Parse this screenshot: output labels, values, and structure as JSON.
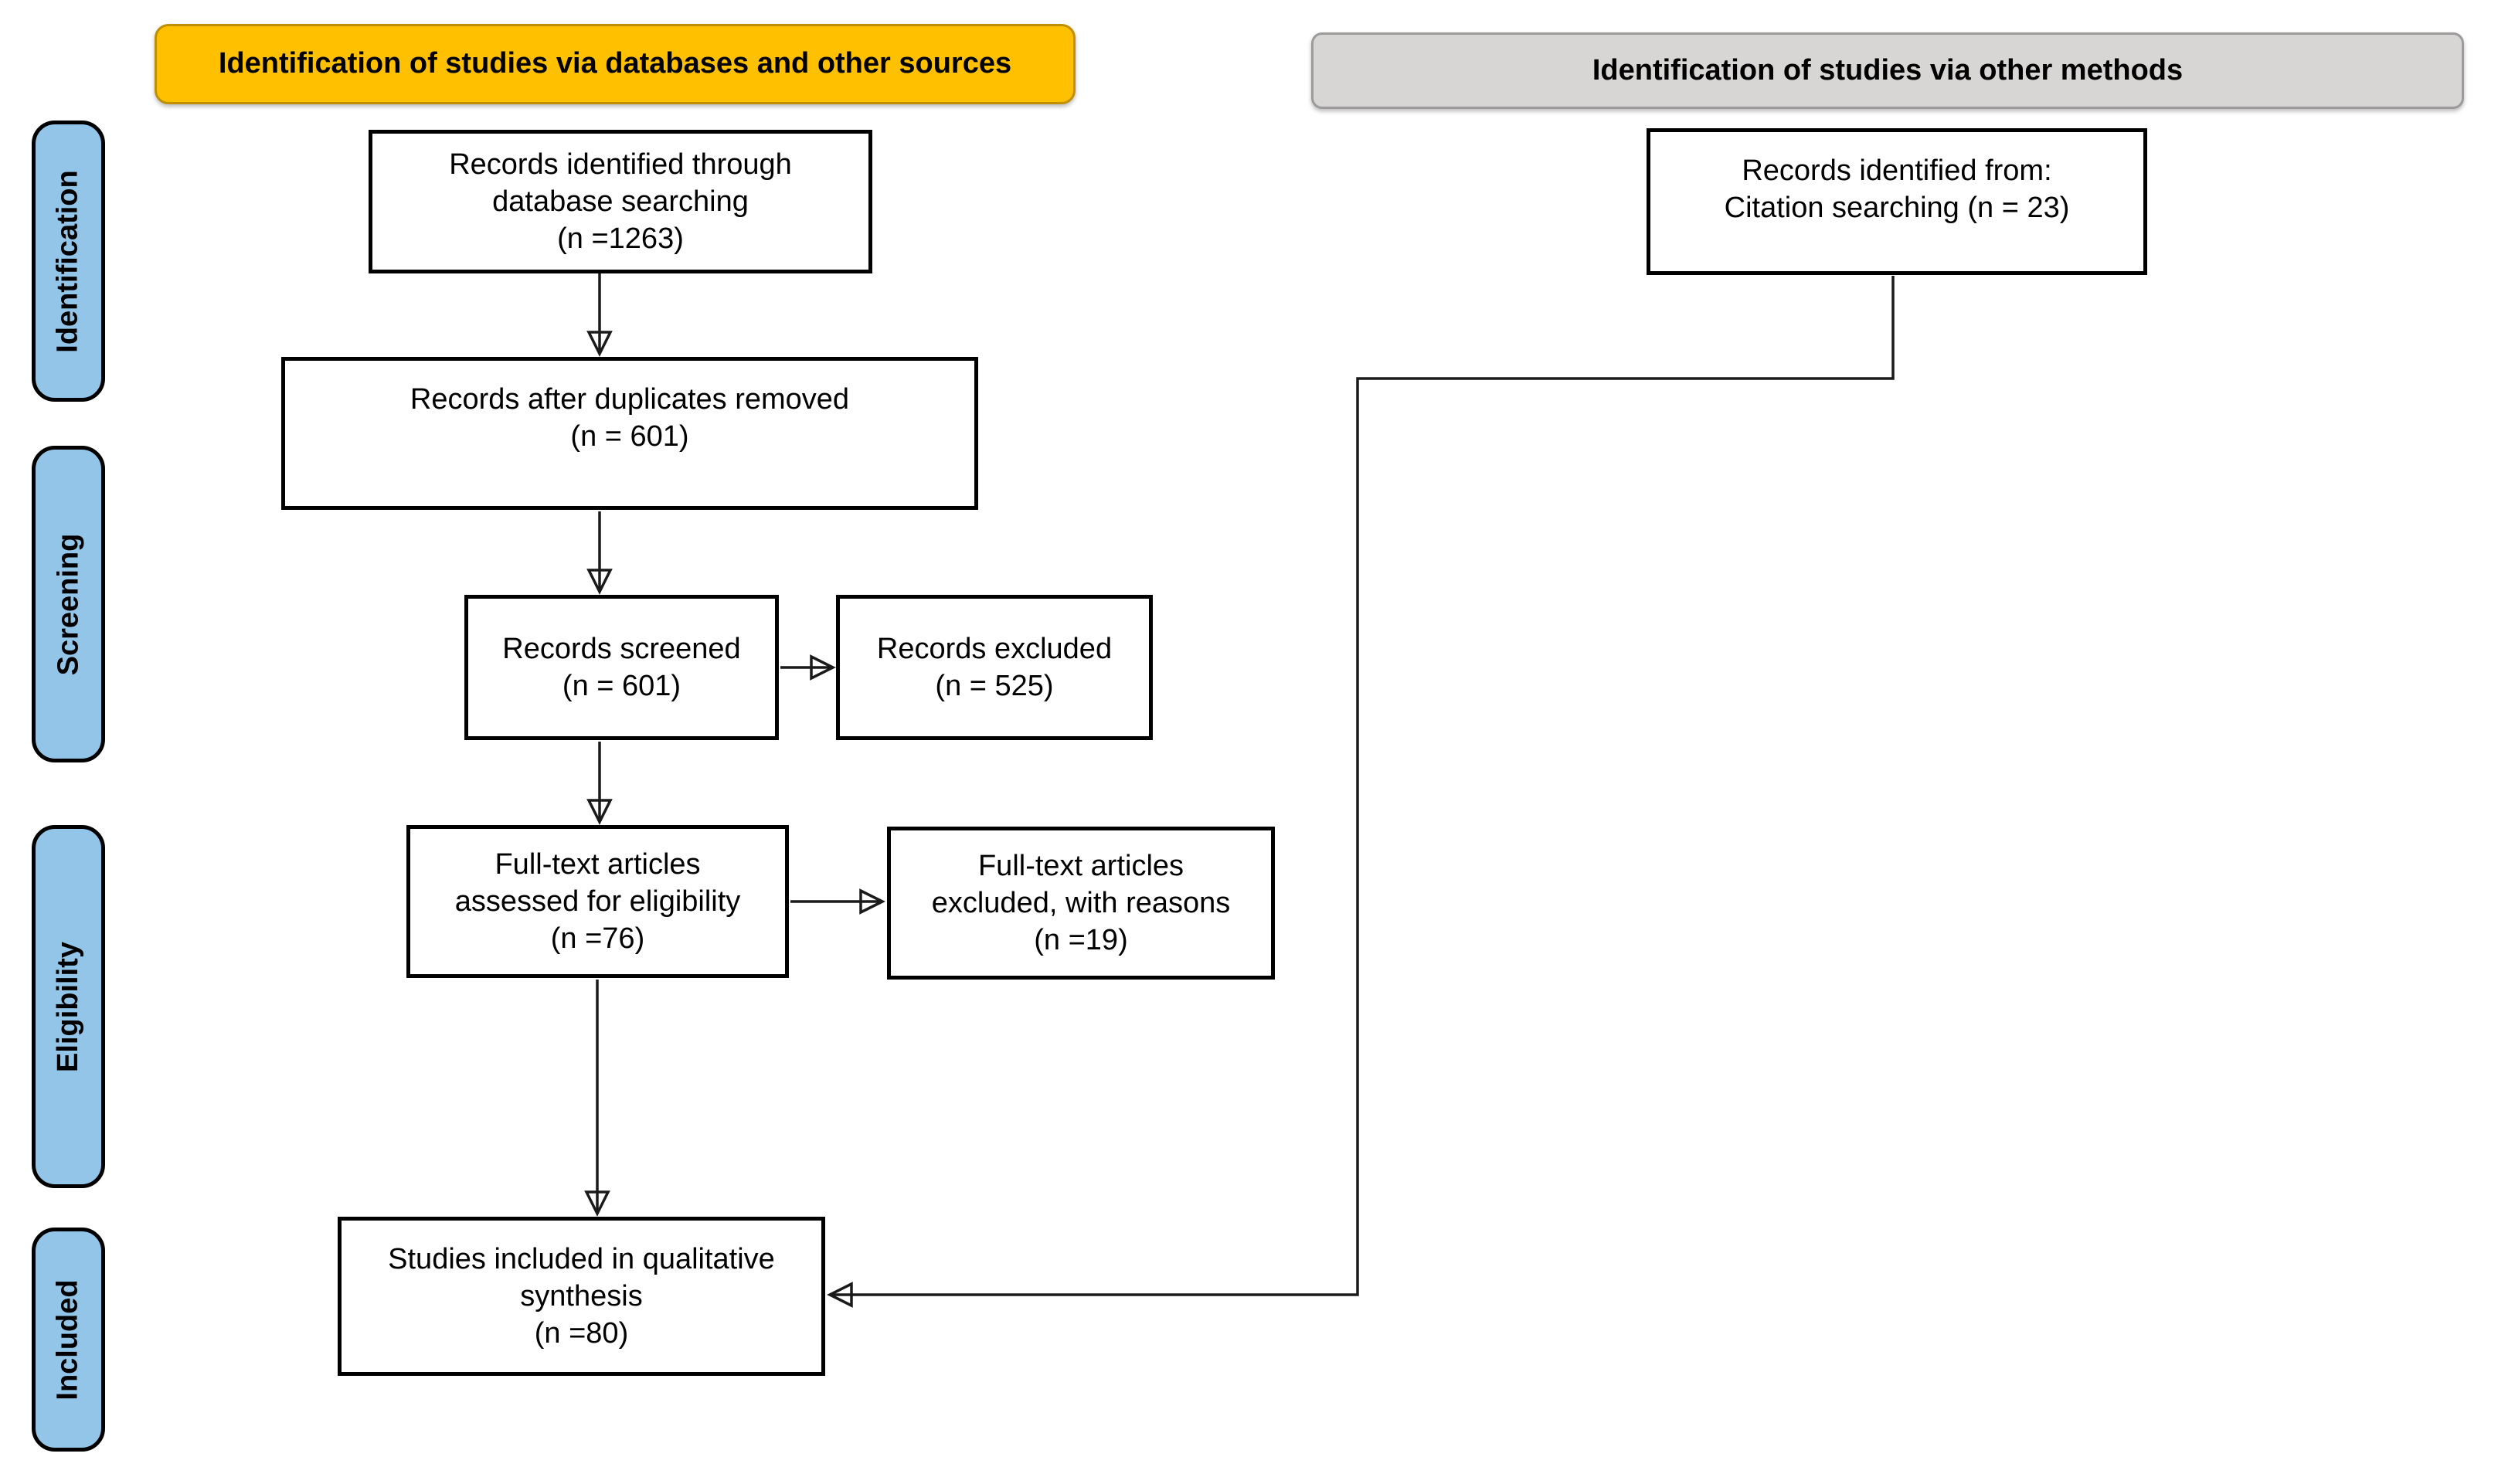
{
  "headers": {
    "databases": "Identification of studies via databases and other sources",
    "other_methods": "Identification of studies via other methods"
  },
  "sidebar": {
    "items": [
      {
        "label": "Identification"
      },
      {
        "label": "Screening"
      },
      {
        "label": "Eligibility"
      },
      {
        "label": "Included"
      }
    ]
  },
  "boxes": {
    "records_identified": {
      "text": "Records identified through\ndatabase searching\n(n =1263)",
      "n": 1263
    },
    "citation_searching": {
      "text": "Records identified from:\nCitation searching (n = 23)",
      "n": 23
    },
    "duplicates_removed": {
      "text": "Records after duplicates removed\n(n = 601)",
      "n": 601
    },
    "records_screened": {
      "text": "Records screened\n(n = 601)",
      "n": 601
    },
    "records_excluded": {
      "text": "Records excluded\n(n = 525)",
      "n": 525
    },
    "fulltext_assessed": {
      "text": "Full-text articles\nassessed for eligibility\n(n =76)",
      "n": 76
    },
    "fulltext_excluded": {
      "text": "Full-text articles\nexcluded, with reasons\n(n =19)",
      "n": 19
    },
    "studies_included": {
      "text": "Studies included in qualitative\nsynthesis\n(n =80)",
      "n": 80
    }
  },
  "colors": {
    "header_databases_fill": "#FFC000",
    "header_databases_border": "#BF8F00",
    "header_other_fill": "#D8D5D5",
    "header_other_border": "#9C9A9A",
    "sidebar_fill": "#92C5E8",
    "sidebar_border": "#000000",
    "box_bg": "#FFFFFF",
    "box_border": "#000000",
    "connector": "#1A1A1A"
  }
}
